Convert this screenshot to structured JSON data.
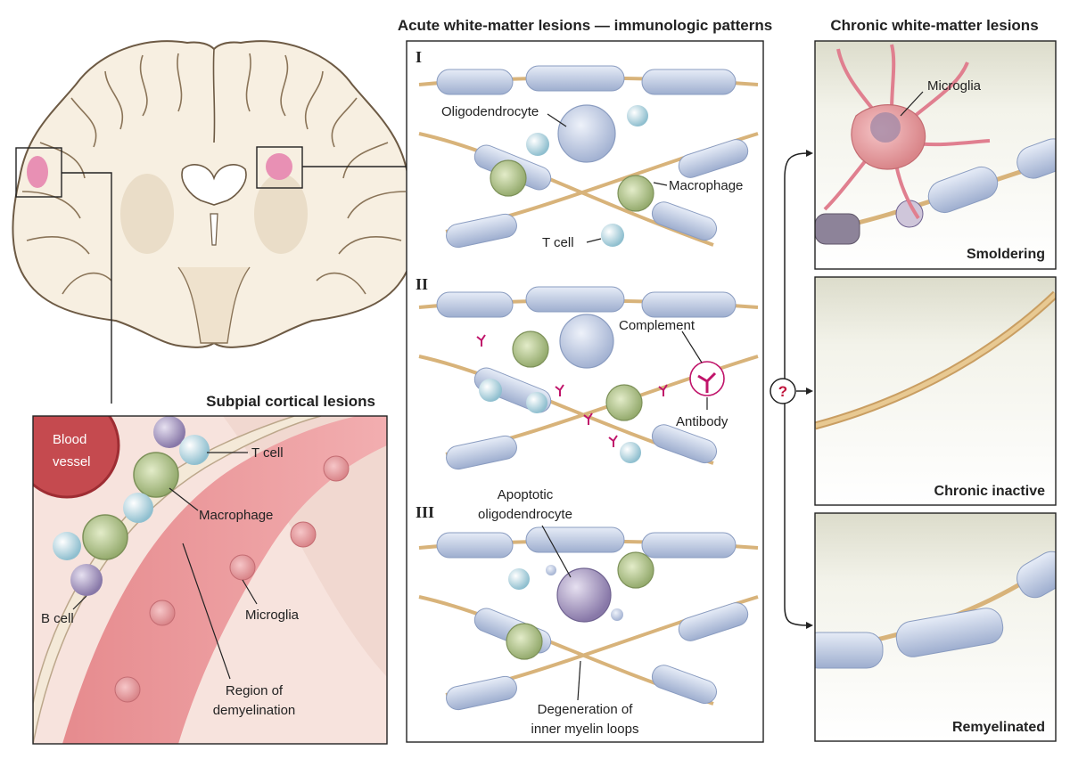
{
  "titles": {
    "acute": "Acute white-matter lesions — immunologic patterns",
    "chronic": "Chronic white-matter lesions",
    "subpial": "Subpial cortical lesions"
  },
  "patterns": {
    "p1": "I",
    "p2": "II",
    "p3": "III"
  },
  "labels": {
    "oligodendrocyte": "Oligodendrocyte",
    "macrophage_acute": "Macrophage",
    "tcell_acute": "T cell",
    "complement": "Complement",
    "antibody": "Antibody",
    "apoptotic_1": "Apoptotic",
    "apoptotic_2": "oligodendrocyte",
    "degeneration_1": "Degeneration of",
    "degeneration_2": "inner myelin loops",
    "microglia_chronic": "Microglia",
    "blood_1": "Blood",
    "blood_2": "vessel",
    "tcell_sub": "T cell",
    "macrophage_sub": "Macrophage",
    "bcell": "B cell",
    "microglia_sub": "Microglia",
    "region_1": "Region of",
    "region_2": "demyelination",
    "question": "?"
  },
  "chronic_states": {
    "smoldering": "Smoldering",
    "inactive": "Chronic inactive",
    "remyelinated": "Remyelinated"
  },
  "colors": {
    "myelin": "#bcc9e0",
    "axon": "#d8b37a",
    "macrophage": "#a9bf86",
    "lesion_pink": "#e890b4",
    "tissue_pink": "#f2b7b5",
    "brain_cream": "#f7efe1",
    "accent_red": "#c0143c"
  }
}
